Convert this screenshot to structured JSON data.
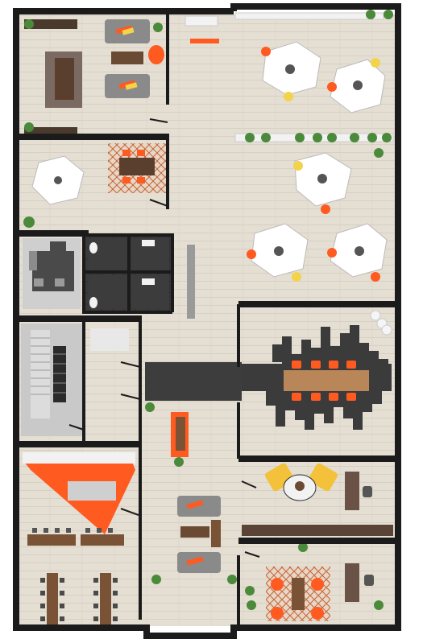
{
  "plan": {
    "wall_color": "#1b1b1b",
    "floor_color": "#e6e1d8",
    "wood_color": "#d9d2c6",
    "accent_color": "#ff5a1f",
    "yellow_color": "#f3d34a",
    "sofa_color": "#8a8a8a",
    "carpet_dark": "#3b3b3b",
    "plant_color": "#4a8a3a",
    "tile_color": "#2d2d2d"
  },
  "rooms": [
    {
      "name": "executive-office-top-left"
    },
    {
      "name": "open-office-top-right"
    },
    {
      "name": "meeting-room-left"
    },
    {
      "name": "restrooms"
    },
    {
      "name": "reception-lounge"
    },
    {
      "name": "stairwell"
    },
    {
      "name": "conference-room"
    },
    {
      "name": "kitchen-cafe"
    },
    {
      "name": "private-office-mid-right"
    },
    {
      "name": "lounge-corridor"
    },
    {
      "name": "office-bottom-right"
    },
    {
      "name": "work-area-bottom-left"
    }
  ]
}
